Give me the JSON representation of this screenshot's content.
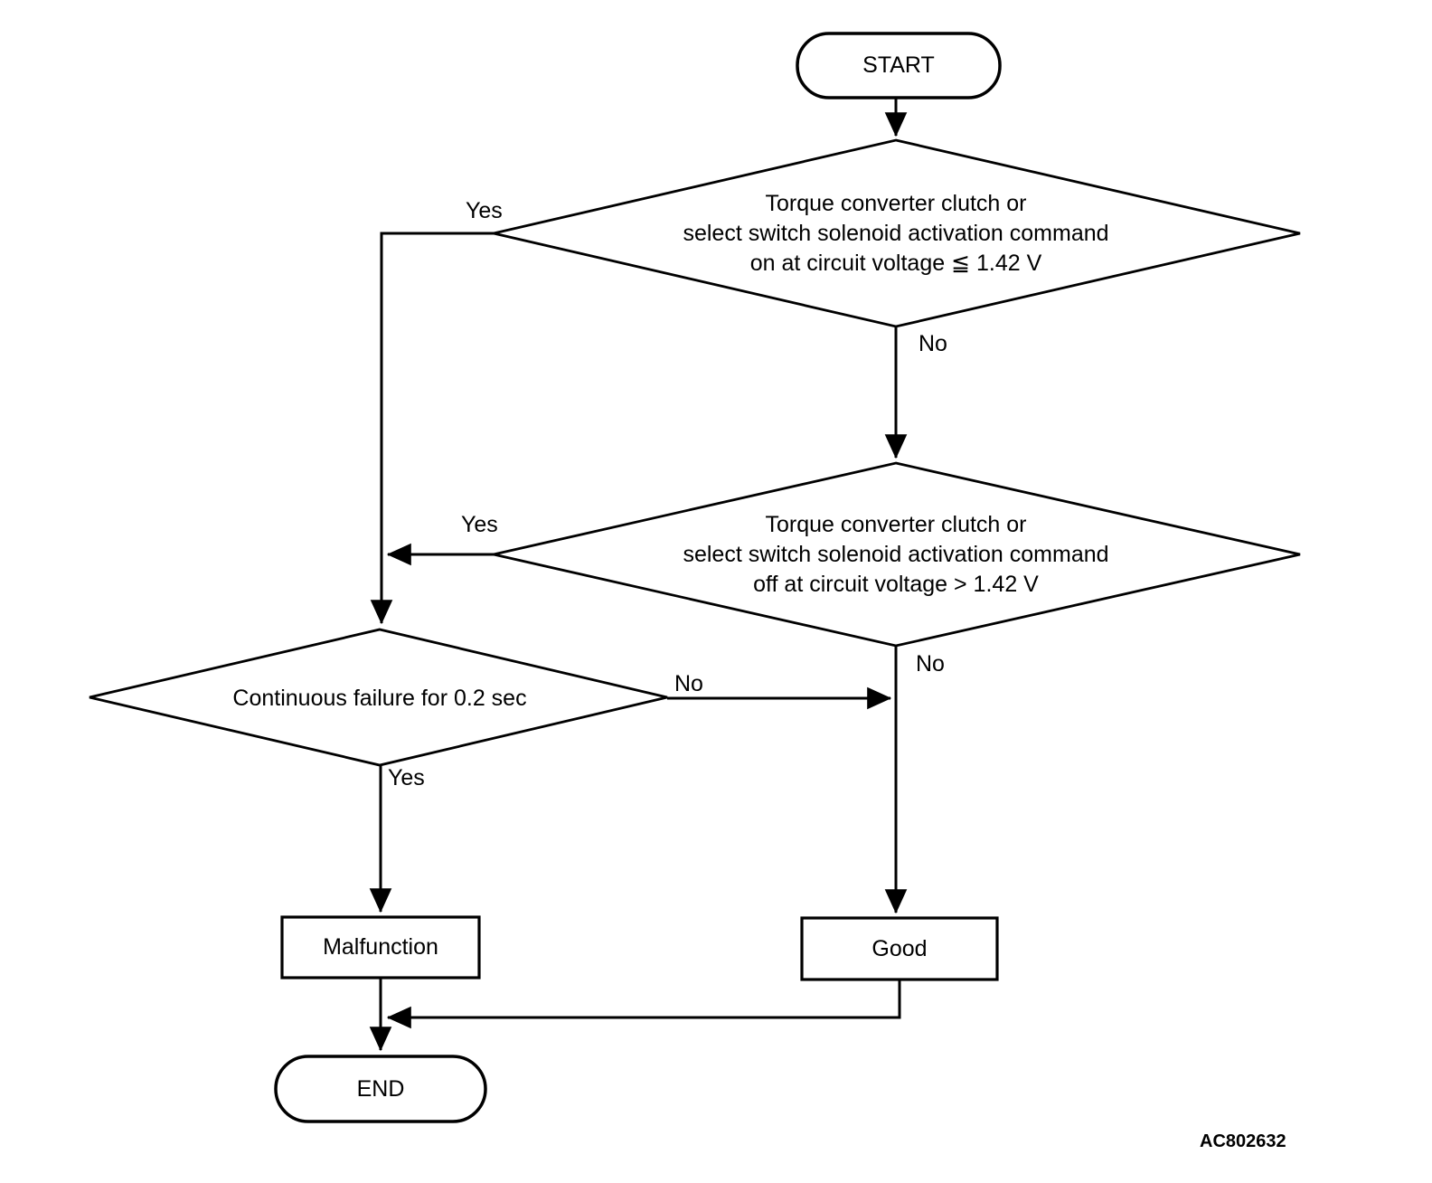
{
  "flowchart": {
    "start": {
      "label": "START"
    },
    "decision1": {
      "line1": "Torque converter clutch or",
      "line2": "select switch solenoid activation command",
      "line3": "on at circuit voltage ≦ 1.42 V",
      "yes": "Yes",
      "no": "No"
    },
    "decision2": {
      "line1": "Torque converter clutch or",
      "line2": "select switch solenoid activation command",
      "line3": "off at circuit voltage > 1.42 V",
      "yes": "Yes",
      "no": "No"
    },
    "decision3": {
      "label": "Continuous failure for 0.2 sec",
      "yes": "Yes",
      "no": "No"
    },
    "malfunction": {
      "label": "Malfunction"
    },
    "good": {
      "label": "Good"
    },
    "end": {
      "label": "END"
    },
    "figure_id": "AC802632",
    "colors": {
      "line": "#000000",
      "background": "#ffffff",
      "text": "#000000"
    }
  }
}
